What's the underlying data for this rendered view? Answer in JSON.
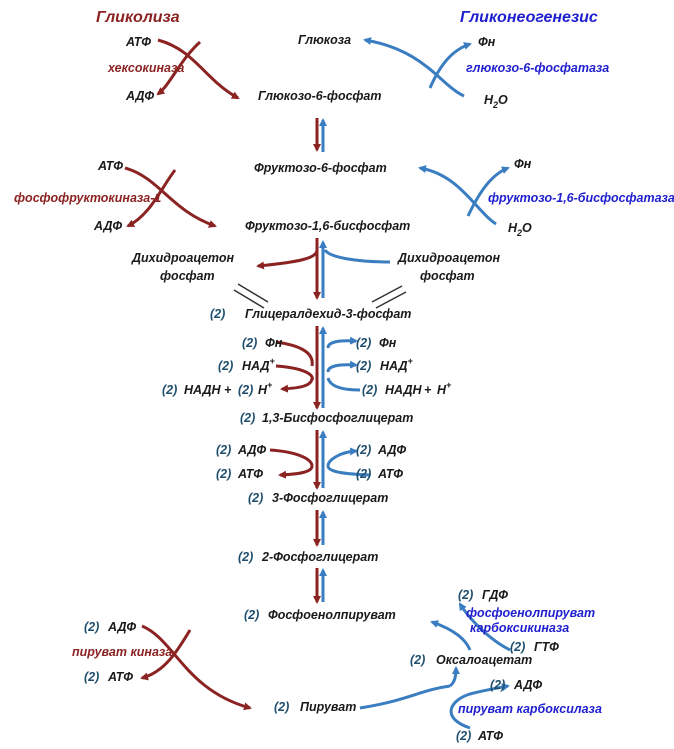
{
  "headers": {
    "glycolysis": "Гликолиза",
    "gluconeogenesis": "Гликонеогенезис"
  },
  "metabolites": {
    "glucose": "Глюкоза",
    "g6p": "Глюкозо-6-фосфат",
    "f6p": "Фруктозо-6-фосфат",
    "f16bp": "Фруктозо-1,6-бисфосфат",
    "dhap_left_1": "Дихидроацетон",
    "dhap_left_2": "фосфат",
    "dhap_right_1": "Дихидроацетон",
    "dhap_right_2": "фосфат",
    "g3p": "Глицералдехид-3-фосфат",
    "bpg13": "1,3-Бисфосфоглицерат",
    "pg3": "3-Фосфоглицерат",
    "pg2": "2-Фосфоглицерат",
    "pep": "Фосфоенолпируват",
    "pyruvate": "Пируват",
    "oxaloacetate": "Оксалоацетат"
  },
  "enzymes": {
    "hexokinase": "хексокиназа",
    "g6pase": "глюкозо-6-фосфатаза",
    "pfk1": "фосфофруктокиназа-1",
    "fbpase": "фруктозо-1,6-бисфосфатаза",
    "pyruvate_kinase": "пируват киназа",
    "pepck_1": "фосфоенолпируват",
    "pepck_2": "карбоксикиназа",
    "pyruvate_carboxylase": "пируват карбоксилаза"
  },
  "cofactors": {
    "atp": "АТФ",
    "adp": "АДФ",
    "pi": "Фн",
    "h2o": "H",
    "h2o_sub": "2",
    "h2o_o": "O",
    "nad": "НАД",
    "nadh": "НАДН",
    "plus": "+",
    "h": "H",
    "gdp": "ГДФ",
    "gtp": "ГТФ"
  },
  "coefficient": "(2)",
  "colors": {
    "glycolysis": "#8b2323",
    "gluconeogenesis": "#3a7dc0",
    "enzyme_blue": "#1f1fcf",
    "coefficient": "#1f4e6e"
  }
}
